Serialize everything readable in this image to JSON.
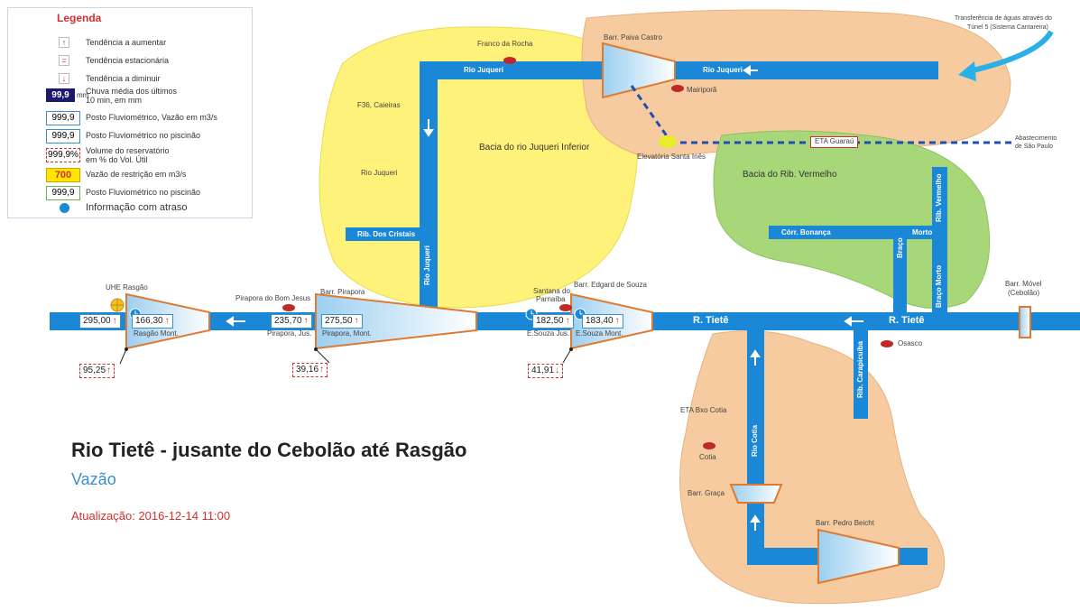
{
  "legend": {
    "title": "Legenda",
    "up": "Tendência a aumentar",
    "stable": "Tendência estacionária",
    "down": "Tendência a diminuir",
    "rain_value": "99,9",
    "rain_unit": "mm",
    "rain_desc_1": "Chuva média dos últimos",
    "rain_desc_2": "10 min, em mm",
    "post_value": "999,9",
    "post_desc": "Posto Fluviométrico, Vazão em m3/s",
    "post2_value": "999,9",
    "post2_desc": "Posto Fluviométrico no piscinão",
    "res_value": "999,9%",
    "res_desc_1": "Volume do reservatório",
    "res_desc_2": "em % do Vol. Útil",
    "restr_value": "700",
    "restr_desc": "Vazão de restrição em m3/s",
    "post3_value": "999,9",
    "post3_desc": "Posto Fluviométrico no piscinão",
    "delay_desc": "Informação com atraso"
  },
  "places": {
    "franco_da_rocha": "Franco da Rocha",
    "barr_paiva_castro": "Barr. Paiva Castro",
    "mairipora": "Mairiporã",
    "transfer_1": "Transferência de águas através do",
    "transfer_2": "Túnel 5 (Sistema Cantareira)",
    "f36_caieiras": "F36, Caieiras",
    "rio_juqueri_side": "Rio Juqueri",
    "bacia_juqueri": "Bacia do rio Juqueri Inferior",
    "elevatoria": "Elevatória Santa Inês",
    "eta_guarau": "ETA Guaraú",
    "abastecimento_1": "Abastecimento",
    "abastecimento_2": "de São Paulo",
    "bacia_vermelho": "Bacia do Rib. Vermelho",
    "uhe_rasgao": "UHE Rasgão",
    "pirapora_bj": "Pirapora do Bom Jesus",
    "barr_pirapora": "Barr. Pirapora",
    "santana_1": "Santana do",
    "santana_2": "Parnaíba",
    "barr_edgard": "Barr. Edgard de Souza",
    "barr_movel_1": "Barr. Móvel",
    "barr_movel_2": "(Cebolão)",
    "osasco": "Osasco",
    "eta_bxo_cotia": "ETA Bxo Cotia",
    "cotia": "Cotia",
    "barr_graca": "Barr. Graça",
    "barr_pedro": "Barr. Pedro Beicht",
    "rasgao_mont": "Rasgão Mont.",
    "pirapora_jus": "Pirapora, Jus.",
    "pirapora_mont": "Pirapora, Mont.",
    "esouza_jus": "E.Souza Jus.",
    "esouza_mont": "E.Souza Mont."
  },
  "rivers": {
    "rio_juqueri_top1": "Rio Juqueri",
    "rio_juqueri_top2": "Rio Juqueri",
    "rib_cristais": "Rib. Dos Cristais",
    "rio_juqueri_vert": "Rio Juqueri",
    "corr_bonanca": "Córr. Bonança",
    "morto": "Morto",
    "braco": "Braço",
    "rib_vermelho": "Rib. Vermelho",
    "braco_morto": "Braço Morto",
    "r_tiete_1": "R. Tietê",
    "r_tiete_2": "R. Tietê",
    "rib_carapicuiba": "Rib. Carapicuíba",
    "rio_cotia": "Rio Cotia"
  },
  "stations": {
    "rasgao_jus": "295,00",
    "rasgao_mont": "166,30",
    "pirapora_jus": "235,70",
    "pirapora_mont": "275,50",
    "esouza_jus": "182,50",
    "esouza_mont": "183,40"
  },
  "reservoirs": {
    "rasgao": "95,25",
    "pirapora": "39,16",
    "esouza": "41,91"
  },
  "header": {
    "title": "Rio Tietê - jusante do Cebolão até Rasgão",
    "subtitle": "Vazão",
    "update_label": "Atualização:",
    "update_value": "2016-12-14 11:00"
  },
  "colors": {
    "river": "#1a88d6",
    "basin_yellow": "#fff27a",
    "basin_orange": "#f7cba0",
    "basin_green": "#a8d77a",
    "arrow_up": "#d03030",
    "dashed": "#1f4fb3"
  }
}
